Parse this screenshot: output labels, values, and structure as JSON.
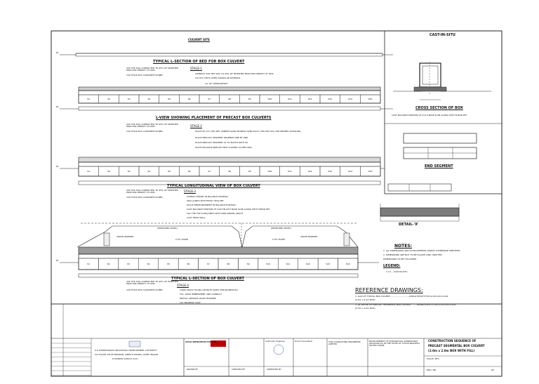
{
  "drawing": {
    "culvert_site": "CULVERT SITE",
    "cast_in_situ": "CAST-IN-SITU",
    "cross_section_title": "CROSS SECTION OF BOX",
    "cast_balance_note": "CAST BALANCE PORTION OF 2x4.0 BASE SLAB ALONG WITH SHEAR KEY",
    "end_segment": "END SEGMENT",
    "detail_x": "DETAIL-'X'",
    "stage1_title": "TYPICAL L-SECTION OF BED FOR BOX CULVERT",
    "stage1_label": "STAGE-1",
    "stage1_notes": [
      "COMPACT 200 THK SOIL TO 95% OF MODIFIED PROCTOR DENSITY AT OMC",
      "LAY PCC (M15) OVER GRANULAR MATERIAL"
    ],
    "plan_title": "L-VIEW SHOWING PLACEMENT OF PRECAST BOX CULVERTS",
    "stage2_label": "STAGE-2",
    "stage2_notes": [
      "PLACE 20 mm THK WET CEMENT SAND MORTAR OVER 40mm THK DRY PCC FOR PROPER LEVELLING",
      "PLACE PRECAST SEGMENT SEGMENT ONE BY ONE",
      "PLACE PRECAST SEGMENT S1 TO MATCH WITH S6",
      "PLACE BALANCE PRECAST BOX CULVERT AS PER DWG"
    ],
    "long_view_title": "TYPICAL LONGITUDINAL VIEW OF BOX CULVERT",
    "stage3_label": "STAGE-3",
    "stage3_notes": [
      "STRESS STRAND IN BALANCE POURING",
      "SEAL JOINTS WITH EPOXY SEALANT",
      "PLACE REINFORCEMENT IN BALANCE PORTION",
      "CAST BALANCE PORTION OF CAST-IN-SITU BASE SLAB ALONG WITH SHEAR KEY",
      "FILL THE TOP SLAB JOINTS WITH NON SHRINK GROUT",
      "CAST HEAD WALL"
    ],
    "stage4_title": "TYPICAL L-SECTION OF BOX CULVERT",
    "stage4_label": "STAGE-4",
    "stage4_notes": [
      "CARRY BACK FILLING ON BOTH SIDES SIMULTANEOUSLY",
      "FILL, ROAD EMBEDMENT AND COMPACT",
      "INSTALL ARMOUR CRASH BARRIER",
      "LAY WEARING COAT"
    ],
    "soil_note_1": "200 THK SOIL COMPACTED TO 95% OF MODIFIED PROCTOR DENSITY AT OMC",
    "soil_note_2": "150 THICK M15 CONCRETE IN BED",
    "carriageway": "C/L OF CARRIAGEWAY",
    "proposed_level": "(PROPOSED LEVEL)",
    "slope_label": "2.5% SLOPE",
    "crash_barrier": "CRASH BARRIER",
    "notes_heading": "NOTES:",
    "notes": [
      "1.  ALL DIMENSIONS ARE IN MILLIMETRES UNLESS OTHERWISE SPECIFIED.",
      "2.  DIMENSIONS ARE NOT TO BE SCALED ONLY WRITTEN",
      "    DIMENSIONS TO BE FOLLOWED."
    ],
    "legend_heading": "LEGEND:",
    "legend_items": [
      "C.I.S.  -  CAST-IN-SITU"
    ],
    "ref_heading": "REFERENCE DRAWINGS:",
    "ref_items": [
      "1.  GAD OF TYPICAL BOX CULVERT ...........................AP404/TCE/ST/TYP/C1/1X2.0X2.0-001",
      "    (2.0m x 2.0m BOX)",
      "2.  RC DETAIL OF PRECAST SEGMENTAL BOX CULVERT ........AP404/TCE/ST/TYP/C1/1X2.0X2.0-002",
      "    (2.0m x 2.0m BOX)"
    ],
    "segment_labels": [
      "S1",
      "S2",
      "S3",
      "S4",
      "S5",
      "S6",
      "S7",
      "S8",
      "S9",
      "S10",
      "S11",
      "S12",
      "S13",
      "S14",
      "S15"
    ],
    "level_tag": "RL",
    "dim_segment": "2000"
  },
  "title_block": {
    "client_name": "U.P. EXPRESSWAYS INDUSTRIAL DEVELOPMENT AUTHORITY",
    "client_addr_1": "3rd FLOOR, PICUP BHAWAN, VIBHUTI KHAND, GOMTI NAGAR",
    "client_addr_2": "LUCKNOW 226010 (U.P.)",
    "contractor": "APCO INFRATECH PVT. LTD.",
    "consultant": "TATA CONSULTING ENGINEERS LIMITED",
    "auth_engineer": "Authority Engineer",
    "proof_consultant": "Proof Consultant",
    "project_desc": "DEVELOPMENT OF PURVANCHAL EXPRESSWAY (PACKAGE-III) IN THE STATE OF UTTAR PRADESH ON EPC MODE",
    "drawing_title_1": "CONSTRUCTION SEQUENCE OF",
    "drawing_title_2": "PRECAST SEGMENTAL BOX CULVERT",
    "drawing_title_3": "(2.0m x 2.0m BOX WITH FILL)",
    "drawn_by": "DRAWN BY",
    "checked_by": "CHECKED BY",
    "approved_by": "APPROVED BY",
    "scale": "SCALE: NTS",
    "drawing_no": "DRG. NO.",
    "revision": "R0"
  },
  "colors": {
    "line": "#222222",
    "accent": "#c00000",
    "hatch": "#555555"
  }
}
